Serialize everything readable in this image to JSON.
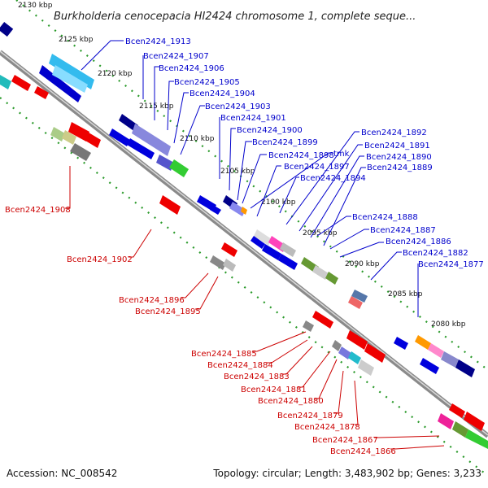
{
  "title": "Burkholderia cenocepacia HI2424 chromosome 1, complete seque...",
  "footer": {
    "accession": "Accession: NC_008542",
    "topology": "Topology: circular; Length: 3,483,902 bp; Genes: 3,233"
  },
  "colors": {
    "forward_label": "#0000cc",
    "reverse_label": "#cc0000",
    "backbone": "#9a9a9a",
    "tick": "#2a9a2a"
  },
  "kbp_ticks": [
    {
      "label": "2130 kbp"
    },
    {
      "label": "2125 kbp"
    },
    {
      "label": "2120 kbp"
    },
    {
      "label": "2115 kbp"
    },
    {
      "label": "2110 kbp"
    },
    {
      "label": "2105 kbp"
    },
    {
      "label": "2100 kbp"
    },
    {
      "label": "2095 kbp"
    },
    {
      "label": "2090 kbp"
    },
    {
      "label": "2085 kbp"
    },
    {
      "label": "2080 kbp"
    }
  ],
  "forward_genes": [
    {
      "label": "Bcen2424_1913"
    },
    {
      "label": "Bcen2424_1907"
    },
    {
      "label": "Bcen2424_1906"
    },
    {
      "label": "Bcen2424_1905"
    },
    {
      "label": "Bcen2424_1904"
    },
    {
      "label": "Bcen2424_1903"
    },
    {
      "label": "Bcen2424_1901"
    },
    {
      "label": "Bcen2424_1900"
    },
    {
      "label": "Bcen2424_1899"
    },
    {
      "label": "Bcen2424_1898"
    },
    {
      "label": "tmk"
    },
    {
      "label": "Bcen2424_1897"
    },
    {
      "label": "Bcen2424_1894"
    },
    {
      "label": "Bcen2424_1892"
    },
    {
      "label": "Bcen2424_1891"
    },
    {
      "label": "Bcen2424_1890"
    },
    {
      "label": "Bcen2424_1889"
    },
    {
      "label": "Bcen2424_1888"
    },
    {
      "label": "Bcen2424_1887"
    },
    {
      "label": "Bcen2424_1886"
    },
    {
      "label": "Bcen2424_1882"
    },
    {
      "label": "Bcen2424_1877"
    }
  ],
  "reverse_genes": [
    {
      "label": "Bcen2424_1908"
    },
    {
      "label": "Bcen2424_1902"
    },
    {
      "label": "Bcen2424_1896"
    },
    {
      "label": "Bcen2424_1895"
    },
    {
      "label": "Bcen2424_1885"
    },
    {
      "label": "Bcen2424_1884"
    },
    {
      "label": "Bcen2424_1883"
    },
    {
      "label": "Bcen2424_1881"
    },
    {
      "label": "Bcen2424_1880"
    },
    {
      "label": "Bcen2424_1879"
    },
    {
      "label": "Bcen2424_1878"
    },
    {
      "label": "Bcen2424_1867"
    },
    {
      "label": "Bcen2424_1866"
    }
  ]
}
